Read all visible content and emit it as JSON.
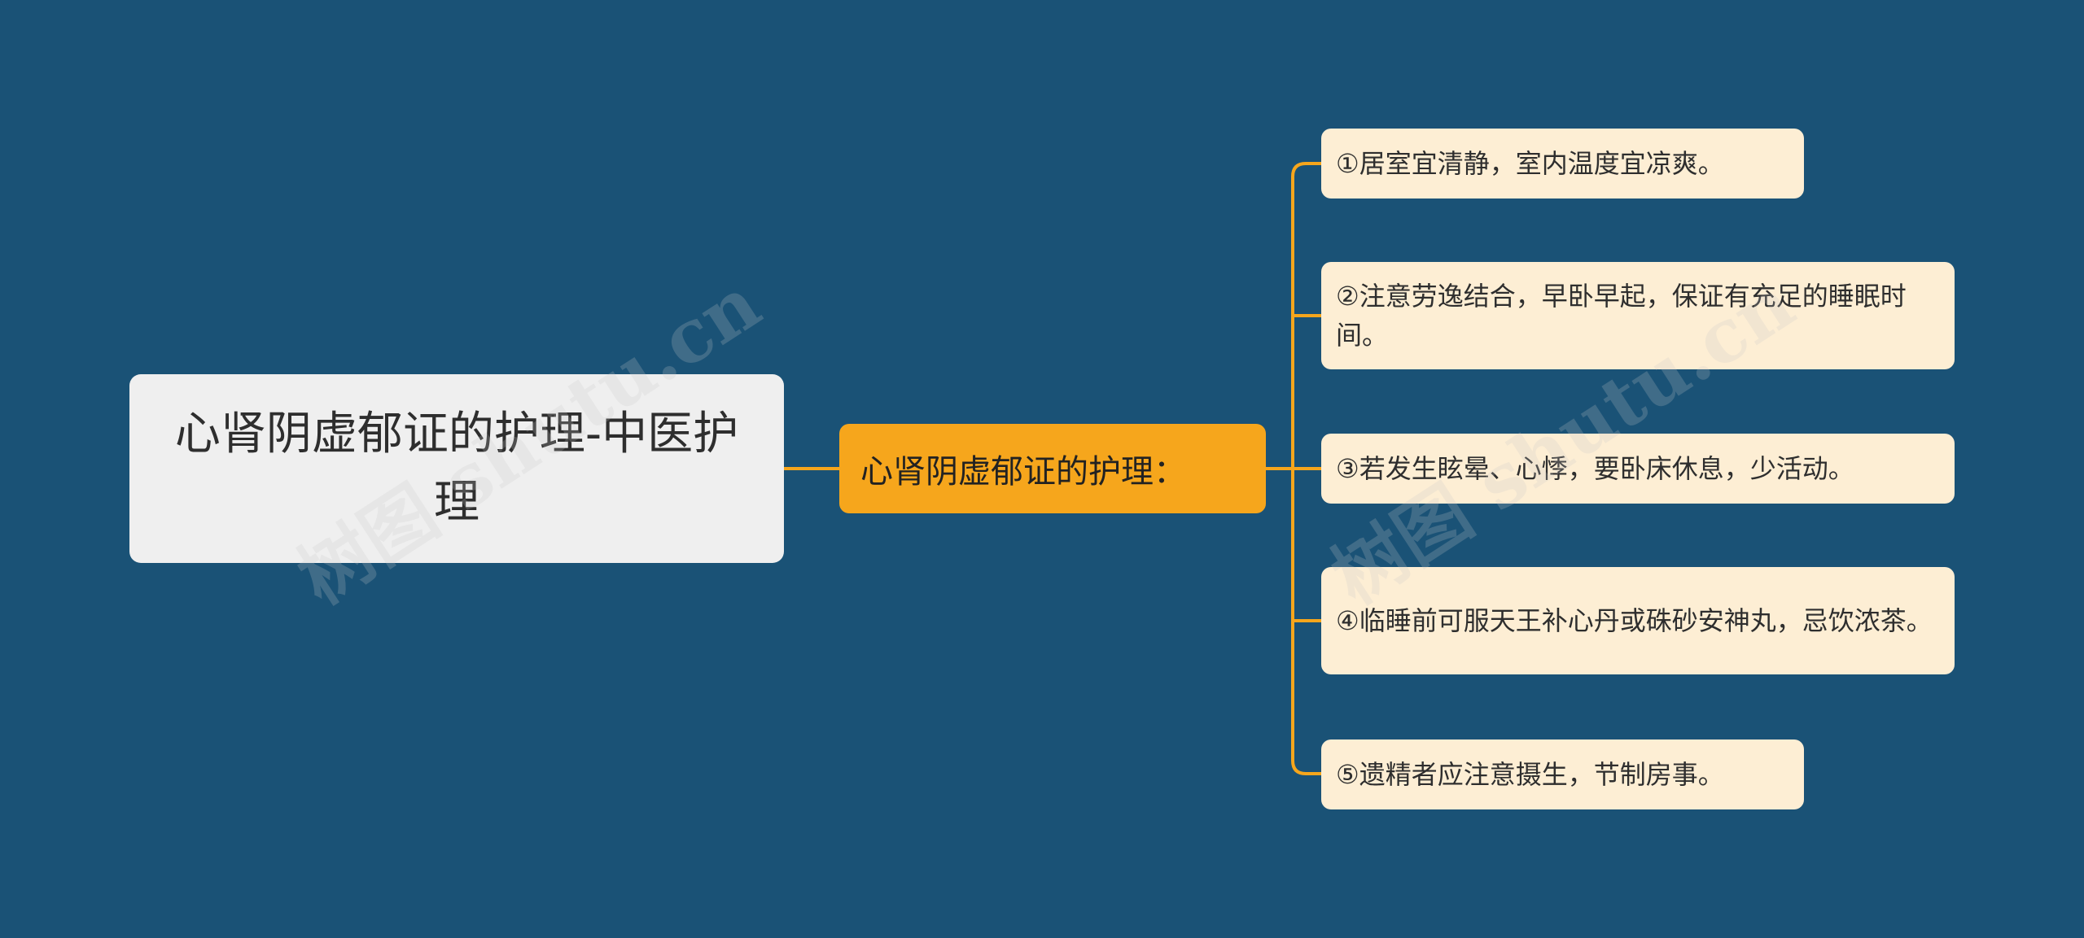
{
  "diagram": {
    "root": {
      "label": "心肾阴虚郁证的护理-中医护理"
    },
    "branch": {
      "label": "心肾阴虚郁证的护理："
    },
    "leaves": [
      {
        "label": "①居室宜清静，室内温度宜凉爽。"
      },
      {
        "label": "②注意劳逸结合，早卧早起，保证有充足的睡眠时间。"
      },
      {
        "label": "③若发生眩晕、心悸，要卧床休息，少活动。"
      },
      {
        "label": "④临睡前可服天王补心丹或硃砂安神丸，忌饮浓茶。"
      },
      {
        "label": "⑤遗精者应注意摄生，节制房事。"
      }
    ]
  },
  "watermark": {
    "text": "树图 shutu.cn"
  },
  "colors": {
    "background": "#1a5276",
    "root_fill": "#efefef",
    "branch_fill": "#f6a61c",
    "leaf_fill": "#fdeed4",
    "connector": "#f6a61c"
  }
}
